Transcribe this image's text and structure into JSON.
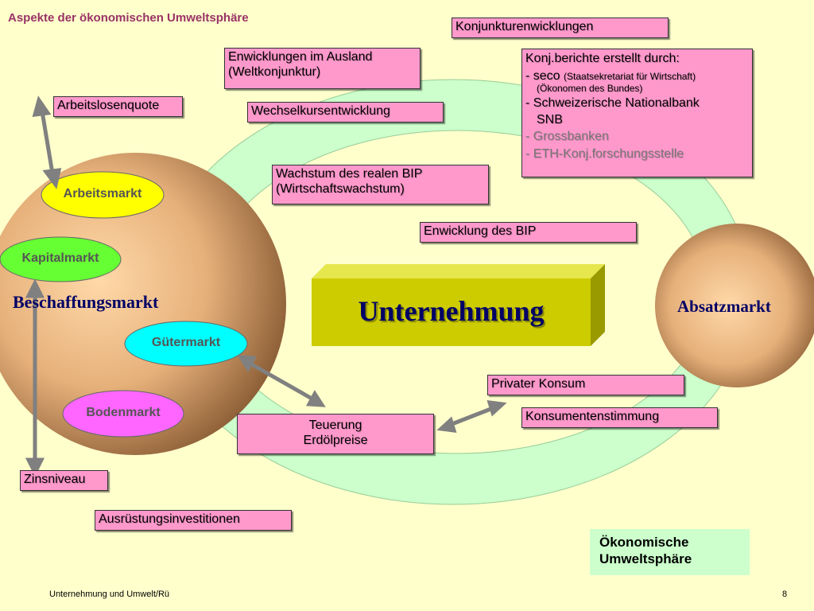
{
  "slide": {
    "title": "Aspekte der ökonomischen Umweltsphäre",
    "footer_left": "Unternehmung und Umwelt/Rü",
    "footer_right": "8"
  },
  "center": {
    "label": "Unternehmung"
  },
  "procurement": {
    "label": "Beschaffungsmarkt",
    "markets": {
      "arbeitsmarkt": "Arbeitsmarkt",
      "kapitalmarkt": "Kapitalmarkt",
      "gutermarkt": "Gütermarkt",
      "bodenmarkt": "Bodenmarkt"
    }
  },
  "sales": {
    "label": "Absatzmarkt"
  },
  "boxes": {
    "konjunktur": "Konjunkturenwicklungen",
    "ausland_1": "Enwicklungen im Ausland",
    "ausland_2": "(Weltkonjunktur)",
    "arbeitslosenquote": "Arbeitslosenquote",
    "wechselkurs": "Wechselkursentwicklung",
    "wachstum_1": "Wachstum des realen BIP",
    "wachstum_2": "(Wirtschaftswachstum)",
    "enwicklung_bip": "Enwicklung des BIP",
    "privater_konsum": "Privater Konsum",
    "konsumentenstimmung": "Konsumentenstimmung",
    "teuerung_1": "Teuerung",
    "teuerung_2": "Erdölpreise",
    "zinsniveau": "Zinsniveau",
    "ausruestung": "Ausrüstungsinvestitionen"
  },
  "konj_berichte": {
    "heading": "Konj.berichte erstellt durch:",
    "seco_dash": "- seco",
    "seco_note": "(Staatsekretariat für Wirtschaft)",
    "seco_note2": "(Ökonomen des Bundes)",
    "snb_1": "- Schweizerische Nationalbank",
    "snb_2": "SNB",
    "grossbanken": "- Grossbanken",
    "eth": "- ETH-Konj.forschungsstelle"
  },
  "legend": {
    "line1": "Ökonomische",
    "line2": "Umweltsphäre"
  },
  "colors": {
    "background": "#ffffcc",
    "pink_box": "#ff99cc",
    "ring": "#ccffcc",
    "center_box": "#cccc00",
    "arbeitsmarkt": "#ffff00",
    "kapitalmarkt": "#66ff33",
    "gutermarkt": "#00ffff",
    "bodenmarkt": "#ff66ff",
    "title": "#993366",
    "label_blue": "#000066",
    "arrow": "#808080"
  }
}
